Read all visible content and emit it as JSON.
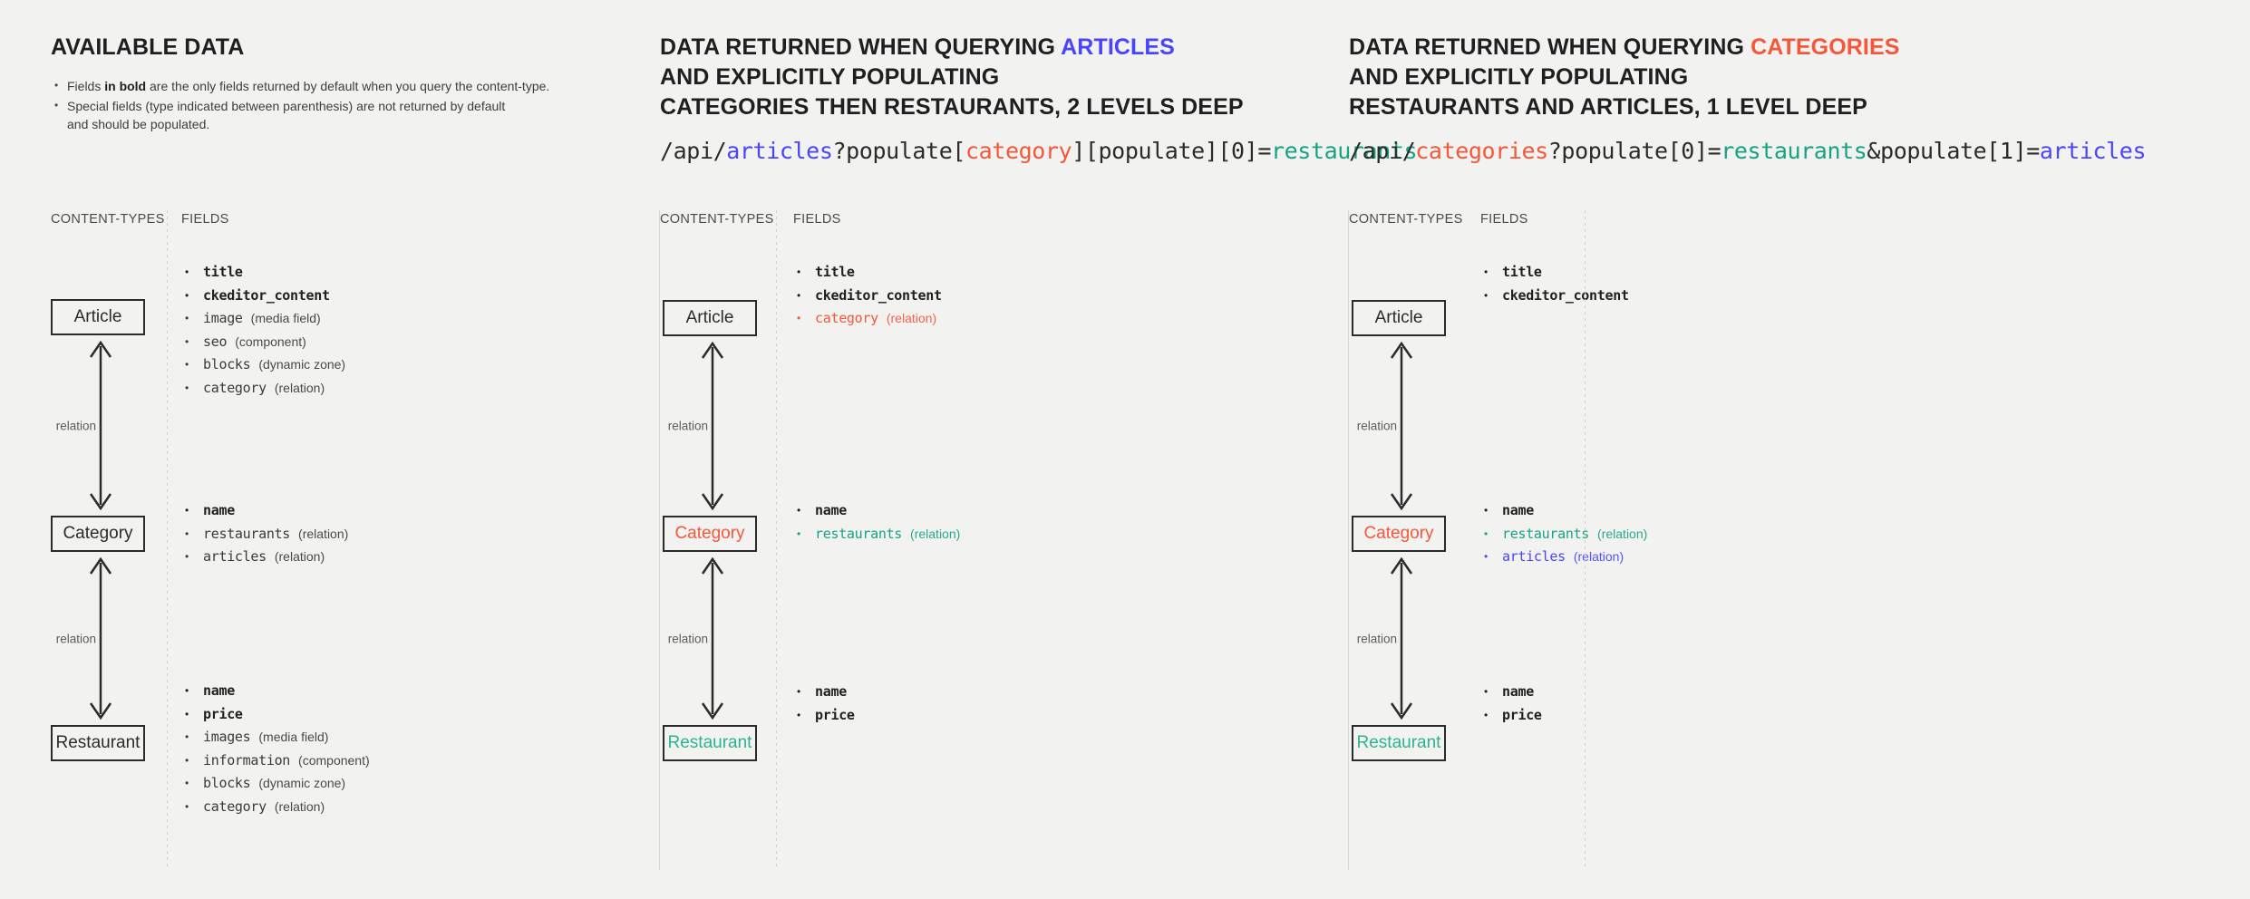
{
  "panels": [
    {
      "heading_lines": [
        [
          {
            "text": "AVAILABLE DATA",
            "tone": "default"
          }
        ]
      ],
      "notes": [
        {
          "pre": "Fields ",
          "bold": "in bold",
          "post": " are the only fields returned by default when you query the content-type."
        },
        {
          "pre": "Special fields (type indicated between parenthesis) are not returned by default",
          "bold": "",
          "post": ""
        },
        {
          "pre": "and should be populated.",
          "bold": "",
          "post": "",
          "indent": true
        }
      ],
      "url_segments": [],
      "captions": {
        "content_types": "CONTENT-TYPES",
        "fields": "FIELDS"
      },
      "entities": [
        {
          "label": "Article",
          "tone": "default"
        },
        {
          "label": "Category",
          "tone": "default"
        },
        {
          "label": "Restaurant",
          "tone": "default"
        }
      ],
      "relations": [
        {
          "label": "relation"
        },
        {
          "label": "relation"
        }
      ],
      "field_groups": [
        [
          {
            "name": "title",
            "type": "",
            "bold": true,
            "tone": "default"
          },
          {
            "name": "ckeditor_content",
            "type": "",
            "bold": true,
            "tone": "default"
          },
          {
            "name": "image",
            "type": "(media field)",
            "bold": false,
            "tone": "plain"
          },
          {
            "name": "seo",
            "type": "(component)",
            "bold": false,
            "tone": "plain"
          },
          {
            "name": "blocks",
            "type": "(dynamic zone)",
            "bold": false,
            "tone": "plain"
          },
          {
            "name": "category",
            "type": "(relation)",
            "bold": false,
            "tone": "plain"
          }
        ],
        [
          {
            "name": "name",
            "type": "",
            "bold": true,
            "tone": "default"
          },
          {
            "name": "restaurants",
            "type": "(relation)",
            "bold": false,
            "tone": "plain"
          },
          {
            "name": "articles",
            "type": "(relation)",
            "bold": false,
            "tone": "plain"
          }
        ],
        [
          {
            "name": "name",
            "type": "",
            "bold": true,
            "tone": "default"
          },
          {
            "name": "price",
            "type": "",
            "bold": true,
            "tone": "default"
          },
          {
            "name": "images",
            "type": "(media field)",
            "bold": false,
            "tone": "plain"
          },
          {
            "name": "information",
            "type": "(component)",
            "bold": false,
            "tone": "plain"
          },
          {
            "name": "blocks",
            "type": "(dynamic zone)",
            "bold": false,
            "tone": "plain"
          },
          {
            "name": "category",
            "type": "(relation)",
            "bold": false,
            "tone": "plain"
          }
        ]
      ]
    },
    {
      "heading_lines": [
        [
          {
            "text": "DATA RETURNED WHEN QUERYING ",
            "tone": "default"
          },
          {
            "text": "ARTICLES",
            "tone": "articles"
          }
        ],
        [
          {
            "text": "AND EXPLICITLY POPULATING",
            "tone": "default"
          }
        ],
        [
          {
            "text": "CATEGORIES THEN RESTAURANTS, 2 LEVELS DEEP",
            "tone": "default"
          }
        ]
      ],
      "notes": [],
      "url_segments": [
        {
          "text": "/api/",
          "tone": "default"
        },
        {
          "text": "articles",
          "tone": "blue"
        },
        {
          "text": "?populate[",
          "tone": "default"
        },
        {
          "text": "category",
          "tone": "red"
        },
        {
          "text": "][populate][0]=",
          "tone": "default"
        },
        {
          "text": "restaurants",
          "tone": "green"
        }
      ],
      "captions": {
        "content_types": "CONTENT-TYPES",
        "fields": "FIELDS"
      },
      "entities": [
        {
          "label": "Article",
          "tone": "blue"
        },
        {
          "label": "Category",
          "tone": "red"
        },
        {
          "label": "Restaurant",
          "tone": "green"
        }
      ],
      "relations": [
        {
          "label": "relation"
        },
        {
          "label": "relation"
        }
      ],
      "field_groups": [
        [
          {
            "name": "title",
            "type": "",
            "bold": true,
            "tone": "default"
          },
          {
            "name": "ckeditor_content",
            "type": "",
            "bold": true,
            "tone": "default"
          },
          {
            "name": "category",
            "type": "(relation)",
            "bold": false,
            "tone": "red"
          }
        ],
        [
          {
            "name": "name",
            "type": "",
            "bold": true,
            "tone": "default"
          },
          {
            "name": "restaurants",
            "type": "(relation)",
            "bold": false,
            "tone": "green"
          }
        ],
        [
          {
            "name": "name",
            "type": "",
            "bold": true,
            "tone": "default"
          },
          {
            "name": "price",
            "type": "",
            "bold": true,
            "tone": "default"
          }
        ]
      ]
    },
    {
      "heading_lines": [
        [
          {
            "text": "DATA RETURNED WHEN QUERYING ",
            "tone": "default"
          },
          {
            "text": "CATEGORIES",
            "tone": "categories"
          }
        ],
        [
          {
            "text": "AND EXPLICITLY POPULATING",
            "tone": "default"
          }
        ],
        [
          {
            "text": "RESTAURANTS AND ARTICLES, 1 LEVEL DEEP",
            "tone": "default"
          }
        ]
      ],
      "notes": [],
      "url_segments": [
        {
          "text": "/api/",
          "tone": "default"
        },
        {
          "text": "categories",
          "tone": "red"
        },
        {
          "text": "?populate[0]=",
          "tone": "default"
        },
        {
          "text": "restaurants",
          "tone": "green"
        },
        {
          "text": "&populate[1]=",
          "tone": "default"
        },
        {
          "text": "articles",
          "tone": "blue"
        }
      ],
      "captions": {
        "content_types": "CONTENT-TYPES",
        "fields": "FIELDS"
      },
      "entities": [
        {
          "label": "Article",
          "tone": "blue"
        },
        {
          "label": "Category",
          "tone": "red"
        },
        {
          "label": "Restaurant",
          "tone": "green"
        }
      ],
      "relations": [
        {
          "label": "relation"
        },
        {
          "label": "relation"
        }
      ],
      "field_groups": [
        [
          {
            "name": "title",
            "type": "",
            "bold": true,
            "tone": "default"
          },
          {
            "name": "ckeditor_content",
            "type": "",
            "bold": true,
            "tone": "default"
          }
        ],
        [
          {
            "name": "name",
            "type": "",
            "bold": true,
            "tone": "default"
          },
          {
            "name": "restaurants",
            "type": "(relation)",
            "bold": false,
            "tone": "green"
          },
          {
            "name": "articles",
            "type": "(relation)",
            "bold": false,
            "tone": "blue"
          }
        ],
        [
          {
            "name": "name",
            "type": "",
            "bold": true,
            "tone": "default"
          },
          {
            "name": "price",
            "type": "",
            "bold": true,
            "tone": "default"
          }
        ]
      ]
    }
  ],
  "colors": {
    "background": "#f2f2f0",
    "ink": "#2b2b2b",
    "articles_blue": "#4945ff",
    "categories_red": "#f5573b",
    "restaurants_green": "#17a383",
    "divider": "#d3d3d1"
  }
}
